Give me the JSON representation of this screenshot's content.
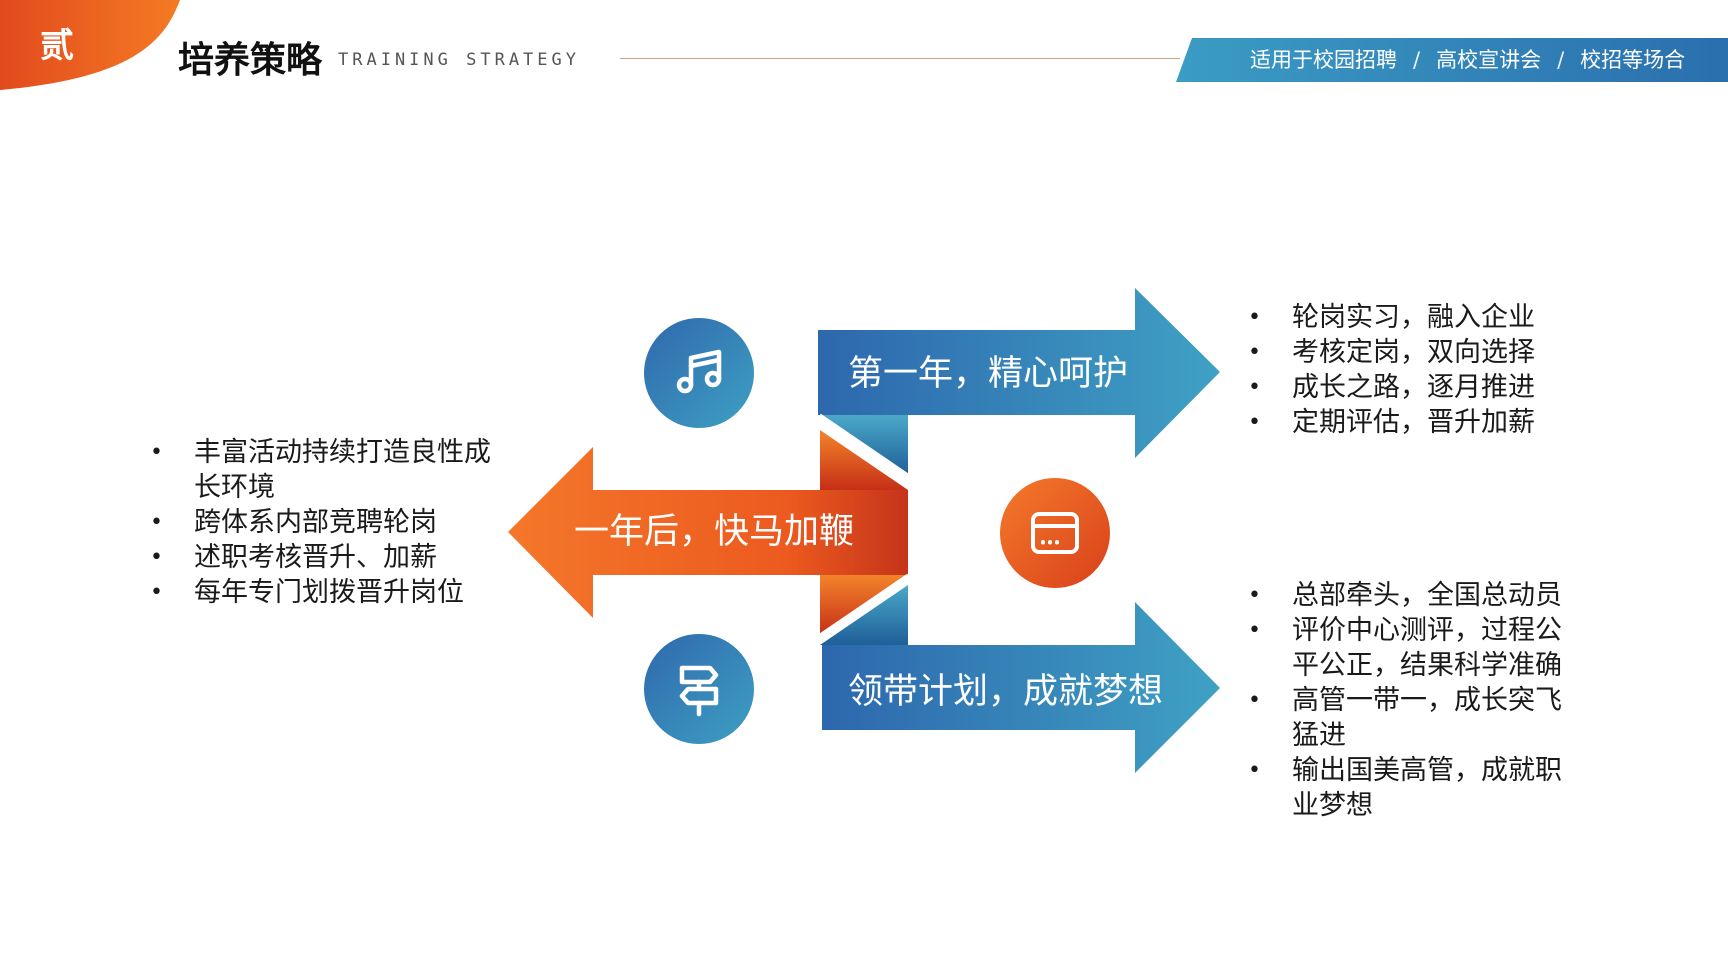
{
  "header": {
    "badge": "贰",
    "title": "培养策略",
    "subtitle": "TRAINING STRATEGY",
    "tags": [
      "适用于校园招聘",
      "高校宣讲会",
      "校招等场合"
    ],
    "tag_separator": "/"
  },
  "colors": {
    "orange": "#e8531f",
    "orange_light": "#f0782a",
    "blue": "#2f72b4",
    "teal": "#3a9ac0",
    "banner": "#2c7fb0"
  },
  "arrows": {
    "first_year": {
      "label": "第一年，精心呵护"
    },
    "after_year": {
      "label": "一年后，快马加鞭"
    },
    "leadership": {
      "label": "领带计划，成就梦想"
    }
  },
  "icons": {
    "top": "music-note-icon",
    "middle": "calendar-icon",
    "bottom": "signpost-icon"
  },
  "lists": {
    "first_year": [
      "轮岗实习，融入企业",
      "考核定岗，双向选择",
      "成长之路，逐月推进",
      "定期评估，晋升加薪"
    ],
    "after_year": [
      "丰富活动持续打造良性成长环境",
      "跨体系内部竞聘轮岗",
      "述职考核晋升、加薪",
      "每年专门划拨晋升岗位"
    ],
    "leadership": [
      "总部牵头，全国总动员",
      "评价中心测评，过程公平公正，结果科学准确",
      "高管一带一，成长突飞猛进",
      "输出国美高管，成就职业梦想"
    ]
  }
}
